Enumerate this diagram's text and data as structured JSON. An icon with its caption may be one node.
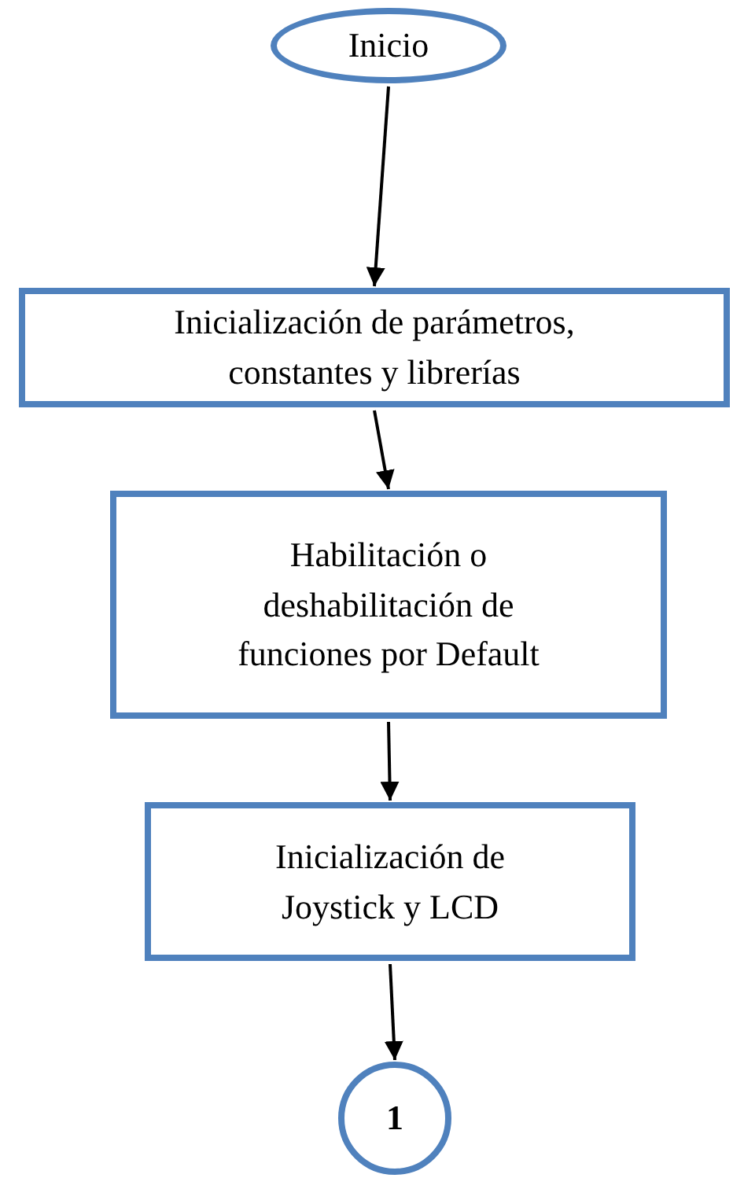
{
  "diagram": {
    "nodes": [
      {
        "text": [
          "Inicio"
        ]
      },
      {
        "text": [
          "Inicialización de parámetros, constantes y librerías"
        ]
      },
      {
        "text": [
          "Habilitación o deshabilitación de funciones por Default"
        ]
      },
      {
        "text": [
          "Inicialización de Joystick y LCD"
        ]
      },
      {
        "text": [
          "1"
        ]
      }
    ],
    "edges": [
      {
        "from": 0,
        "to": 1,
        "arrow": "to"
      },
      {
        "from": 1,
        "to": 2,
        "arrow": "to"
      },
      {
        "from": 2,
        "to": 3,
        "arrow": "to"
      },
      {
        "from": 3,
        "to": 4,
        "arrow": "to"
      }
    ]
  }
}
